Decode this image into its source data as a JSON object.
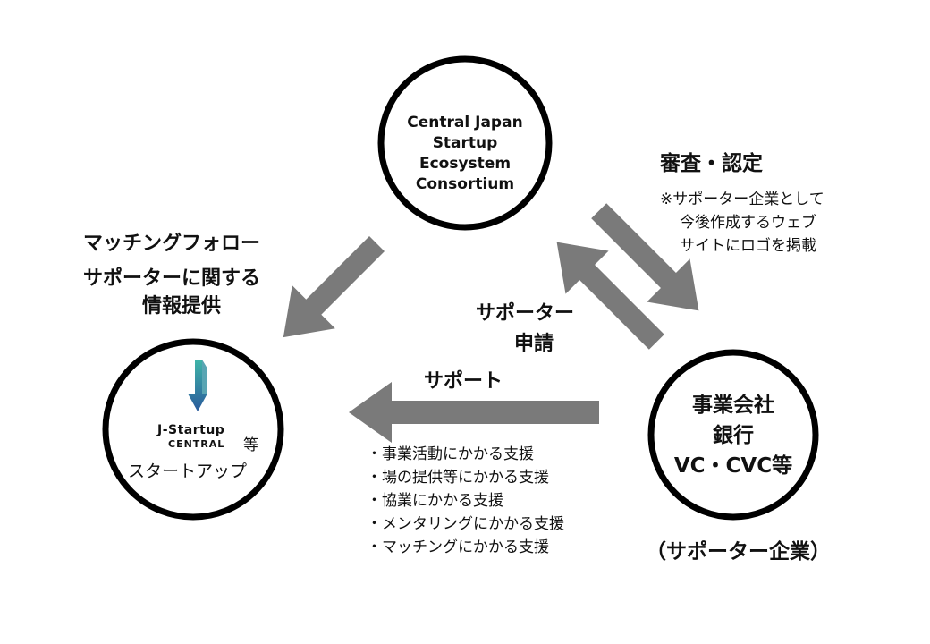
{
  "consortium": {
    "lines": [
      "Central Japan",
      "Startup Ecosystem",
      "Consortium"
    ]
  },
  "supporter": {
    "lines": [
      "事業会社",
      "銀行",
      "VC・CVC等"
    ],
    "caption": "（サポーター企業）"
  },
  "startup": {
    "logo_text_1": "J-Startup",
    "logo_text_2": "CENTRAL",
    "logo_suffix": "等",
    "label": "スタートアップ"
  },
  "left_label": {
    "line1": "マッチングフォロー",
    "line2": "サポーターに関する",
    "line3": "情報提供"
  },
  "review": {
    "title": "審査・認定",
    "note_lines": [
      "※サポーター企業として",
      "今後作成するウェブ",
      "サイトにロゴを掲載"
    ]
  },
  "apply": {
    "line1": "サポーター",
    "line2": "申請"
  },
  "support": {
    "title": "サポート",
    "items": [
      "・事業活動にかかる支援",
      "・場の提供等にかかる支援",
      "・協業にかかる支援",
      "・メンタリングにかかる支援",
      "・マッチングにかかる支援"
    ]
  },
  "colors": {
    "arrow": "#7a7a7a",
    "circle_stroke": "#000000",
    "logo_top": "#3fb5a8",
    "logo_bottom": "#2a5a9c"
  }
}
